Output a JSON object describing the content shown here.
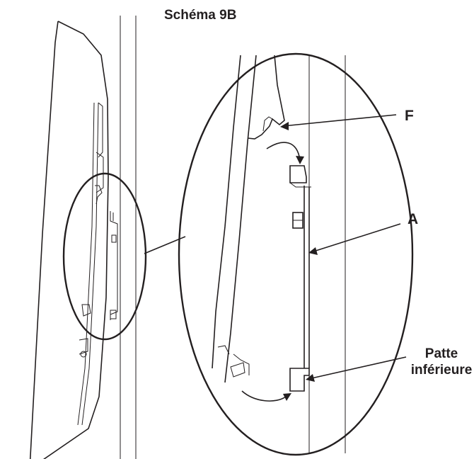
{
  "title": "Schéma 9B",
  "labels": {
    "f": "F",
    "a": "A",
    "patte_line1": "Patte",
    "patte_line2": "inférieure"
  },
  "colors": {
    "ink": "#231f20",
    "background": "#ffffff"
  }
}
